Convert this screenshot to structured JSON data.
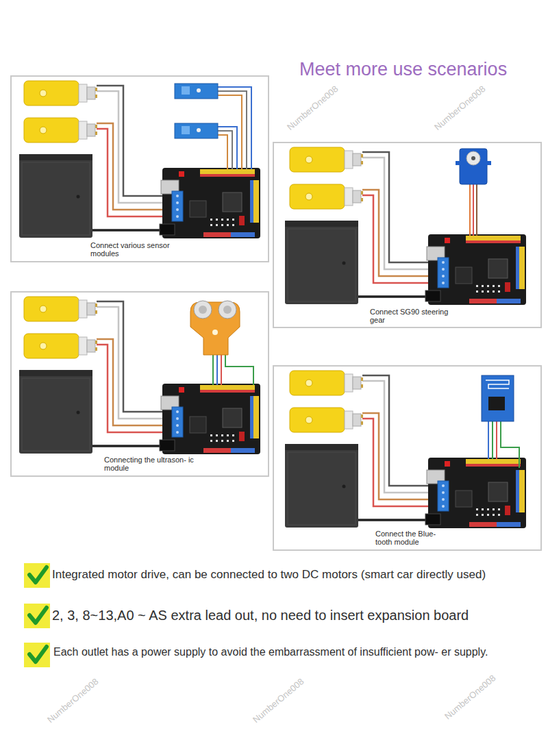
{
  "diagram": {
    "title": "Meet more use scenarios",
    "nodes": [
      {
        "text": [
          "Connect various sensor modules"
        ]
      },
      {
        "text": [
          "Connect SG90 steering gear"
        ]
      },
      {
        "text": [
          "Connecting the ultrason- ic module"
        ]
      },
      {
        "text": [
          "Connect the Blue- tooth module"
        ]
      }
    ],
    "edges": [],
    "labels": [
      "Integrated motor drive, can be connected to two DC motors (smart car directly used)",
      "2, 3, 8~13,A0 ~ AS extra lead out, no need to insert expansion board",
      "Each outlet has a power supply to avoid the embarrassment of insufficient pow- er supply.",
      "NumberOne008",
      "NumberOne008",
      "NumberOne008",
      "NumberOne008",
      "NumberOne008"
    ]
  }
}
